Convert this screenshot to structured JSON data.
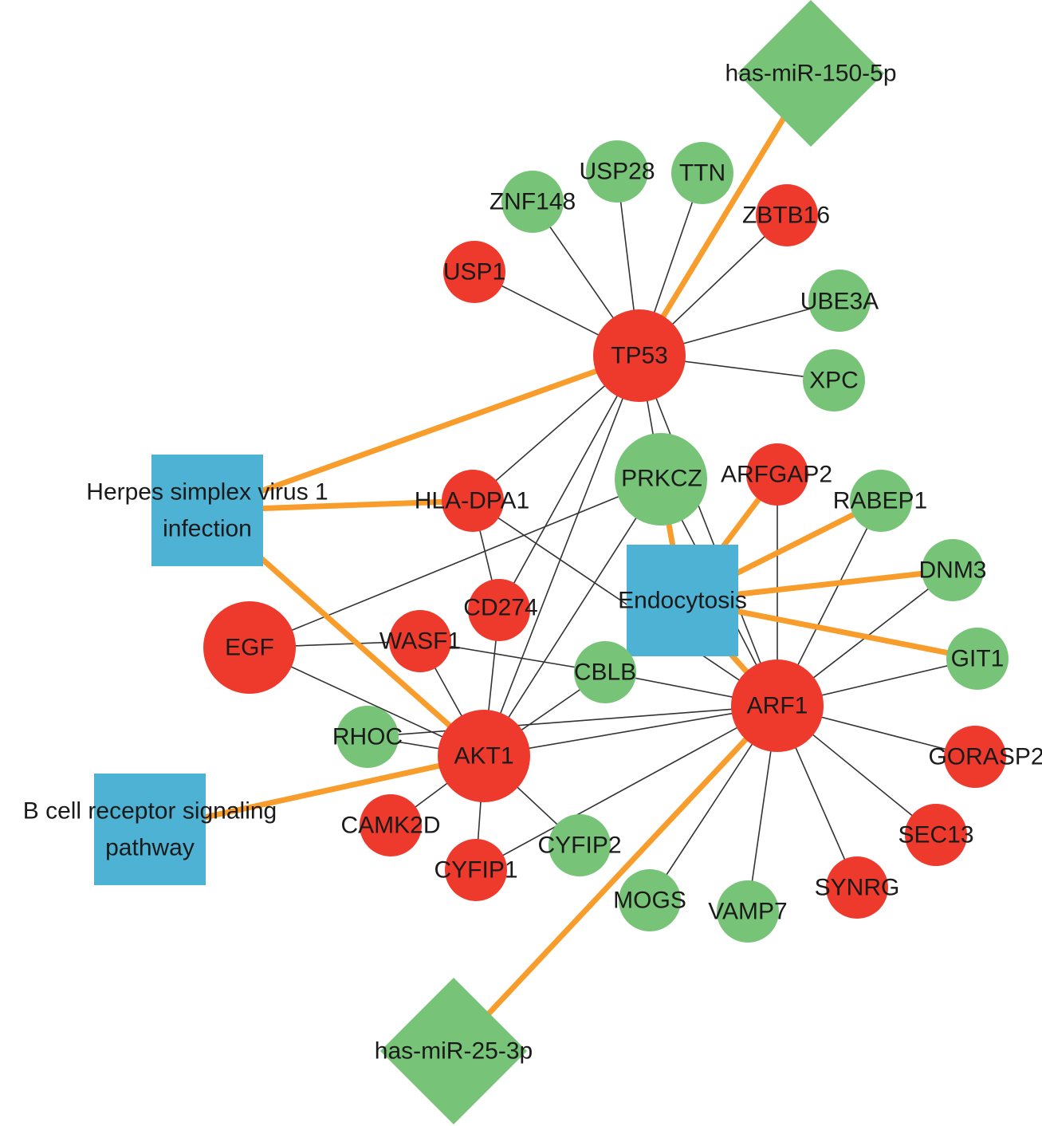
{
  "colors": {
    "up_gene": "#ee3a2c",
    "down_gene": "#77c479",
    "pathway": "#4db2d4",
    "mirna": "#77c479",
    "ppi_edge": "#333333",
    "regulatory_edge": "#f89c2b"
  },
  "nodes": [
    {
      "id": "mir150",
      "label": "has-miR-150-5p",
      "shape": "diamond",
      "kind": "mirna"
    },
    {
      "id": "mir25",
      "label": "has-miR-25-3p",
      "shape": "diamond",
      "kind": "mirna"
    },
    {
      "id": "hsv",
      "label": [
        "Herpes simplex virus 1",
        "infection"
      ],
      "shape": "square",
      "kind": "pathway"
    },
    {
      "id": "endo",
      "label": "Endocytosis",
      "shape": "square",
      "kind": "pathway"
    },
    {
      "id": "bcell",
      "label": [
        "B cell receptor signaling",
        "pathway"
      ],
      "shape": "square",
      "kind": "pathway"
    },
    {
      "id": "TP53",
      "label": "TP53",
      "shape": "circle",
      "kind": "up_gene"
    },
    {
      "id": "AKT1",
      "label": "AKT1",
      "shape": "circle",
      "kind": "up_gene"
    },
    {
      "id": "ARF1",
      "label": "ARF1",
      "shape": "circle",
      "kind": "up_gene"
    },
    {
      "id": "EGF",
      "label": "EGF",
      "shape": "circle",
      "kind": "up_gene"
    },
    {
      "id": "USP1",
      "label": "USP1",
      "shape": "circle",
      "kind": "up_gene"
    },
    {
      "id": "ZBTB16",
      "label": "ZBTB16",
      "shape": "circle",
      "kind": "up_gene"
    },
    {
      "id": "HLA-DPA1",
      "label": "HLA-DPA1",
      "shape": "circle",
      "kind": "up_gene"
    },
    {
      "id": "ARFGAP2",
      "label": "ARFGAP2",
      "shape": "circle",
      "kind": "up_gene"
    },
    {
      "id": "CD274",
      "label": "CD274",
      "shape": "circle",
      "kind": "up_gene"
    },
    {
      "id": "WASF1",
      "label": "WASF1",
      "shape": "circle",
      "kind": "up_gene"
    },
    {
      "id": "CAMK2D",
      "label": "CAMK2D",
      "shape": "circle",
      "kind": "up_gene"
    },
    {
      "id": "CYFIP1",
      "label": "CYFIP1",
      "shape": "circle",
      "kind": "up_gene"
    },
    {
      "id": "GORASP2",
      "label": "GORASP2",
      "shape": "circle",
      "kind": "up_gene"
    },
    {
      "id": "SEC13",
      "label": "SEC13",
      "shape": "circle",
      "kind": "up_gene"
    },
    {
      "id": "SYNRG",
      "label": "SYNRG",
      "shape": "circle",
      "kind": "up_gene"
    },
    {
      "id": "USP28",
      "label": "USP28",
      "shape": "circle",
      "kind": "down_gene"
    },
    {
      "id": "TTN",
      "label": "TTN",
      "shape": "circle",
      "kind": "down_gene"
    },
    {
      "id": "ZNF148",
      "label": "ZNF148",
      "shape": "circle",
      "kind": "down_gene"
    },
    {
      "id": "UBE3A",
      "label": "UBE3A",
      "shape": "circle",
      "kind": "down_gene"
    },
    {
      "id": "XPC",
      "label": "XPC",
      "shape": "circle",
      "kind": "down_gene"
    },
    {
      "id": "PRKCZ",
      "label": "PRKCZ",
      "shape": "circle",
      "kind": "down_gene"
    },
    {
      "id": "RABEP1",
      "label": "RABEP1",
      "shape": "circle",
      "kind": "down_gene"
    },
    {
      "id": "DNM3",
      "label": "DNM3",
      "shape": "circle",
      "kind": "down_gene"
    },
    {
      "id": "GIT1",
      "label": "GIT1",
      "shape": "circle",
      "kind": "down_gene"
    },
    {
      "id": "CBLB",
      "label": "CBLB",
      "shape": "circle",
      "kind": "down_gene"
    },
    {
      "id": "RHOC",
      "label": "RHOC",
      "shape": "circle",
      "kind": "down_gene"
    },
    {
      "id": "CYFIP2",
      "label": "CYFIP2",
      "shape": "circle",
      "kind": "down_gene"
    },
    {
      "id": "MOGS",
      "label": "MOGS",
      "shape": "circle",
      "kind": "down_gene"
    },
    {
      "id": "VAMP7",
      "label": "VAMP7",
      "shape": "circle",
      "kind": "down_gene"
    }
  ],
  "edges": [
    {
      "from": "mir150",
      "to": "TP53",
      "type": "regulatory"
    },
    {
      "from": "mir25",
      "to": "ARF1",
      "type": "regulatory"
    },
    {
      "from": "hsv",
      "to": "TP53",
      "type": "regulatory"
    },
    {
      "from": "hsv",
      "to": "HLA-DPA1",
      "type": "regulatory"
    },
    {
      "from": "hsv",
      "to": "AKT1",
      "type": "regulatory"
    },
    {
      "from": "bcell",
      "to": "AKT1",
      "type": "regulatory"
    },
    {
      "from": "endo",
      "to": "PRKCZ",
      "type": "regulatory"
    },
    {
      "from": "endo",
      "to": "ARFGAP2",
      "type": "regulatory"
    },
    {
      "from": "endo",
      "to": "RABEP1",
      "type": "regulatory"
    },
    {
      "from": "endo",
      "to": "DNM3",
      "type": "regulatory"
    },
    {
      "from": "endo",
      "to": "GIT1",
      "type": "regulatory"
    },
    {
      "from": "endo",
      "to": "ARF1",
      "type": "regulatory"
    },
    {
      "from": "TP53",
      "to": "USP1",
      "type": "ppi"
    },
    {
      "from": "TP53",
      "to": "ZNF148",
      "type": "ppi"
    },
    {
      "from": "TP53",
      "to": "USP28",
      "type": "ppi"
    },
    {
      "from": "TP53",
      "to": "TTN",
      "type": "ppi"
    },
    {
      "from": "TP53",
      "to": "ZBTB16",
      "type": "ppi"
    },
    {
      "from": "TP53",
      "to": "UBE3A",
      "type": "ppi"
    },
    {
      "from": "TP53",
      "to": "XPC",
      "type": "ppi"
    },
    {
      "from": "TP53",
      "to": "PRKCZ",
      "type": "ppi"
    },
    {
      "from": "TP53",
      "to": "HLA-DPA1",
      "type": "ppi"
    },
    {
      "from": "TP53",
      "to": "CD274",
      "type": "ppi"
    },
    {
      "from": "TP53",
      "to": "AKT1",
      "type": "ppi"
    },
    {
      "from": "TP53",
      "to": "ARF1",
      "type": "ppi"
    },
    {
      "from": "HLA-DPA1",
      "to": "CD274",
      "type": "ppi"
    },
    {
      "from": "HLA-DPA1",
      "to": "ARF1",
      "type": "ppi"
    },
    {
      "from": "PRKCZ",
      "to": "EGF",
      "type": "ppi"
    },
    {
      "from": "PRKCZ",
      "to": "AKT1",
      "type": "ppi"
    },
    {
      "from": "EGF",
      "to": "WASF1",
      "type": "ppi"
    },
    {
      "from": "EGF",
      "to": "AKT1",
      "type": "ppi"
    },
    {
      "from": "WASF1",
      "to": "CBLB",
      "type": "ppi"
    },
    {
      "from": "WASF1",
      "to": "AKT1",
      "type": "ppi"
    },
    {
      "from": "CD274",
      "to": "AKT1",
      "type": "ppi"
    },
    {
      "from": "CBLB",
      "to": "ARF1",
      "type": "ppi"
    },
    {
      "from": "CBLB",
      "to": "AKT1",
      "type": "ppi"
    },
    {
      "from": "RHOC",
      "to": "AKT1",
      "type": "ppi"
    },
    {
      "from": "RHOC",
      "to": "ARF1",
      "type": "ppi"
    },
    {
      "from": "AKT1",
      "to": "ARF1",
      "type": "ppi"
    },
    {
      "from": "AKT1",
      "to": "CAMK2D",
      "type": "ppi"
    },
    {
      "from": "AKT1",
      "to": "CYFIP1",
      "type": "ppi"
    },
    {
      "from": "AKT1",
      "to": "CYFIP2",
      "type": "ppi"
    },
    {
      "from": "CYFIP1",
      "to": "ARF1",
      "type": "ppi"
    },
    {
      "from": "ARF1",
      "to": "ARFGAP2",
      "type": "ppi"
    },
    {
      "from": "ARF1",
      "to": "RABEP1",
      "type": "ppi"
    },
    {
      "from": "ARF1",
      "to": "DNM3",
      "type": "ppi"
    },
    {
      "from": "ARF1",
      "to": "GIT1",
      "type": "ppi"
    },
    {
      "from": "ARF1",
      "to": "GORASP2",
      "type": "ppi"
    },
    {
      "from": "ARF1",
      "to": "SEC13",
      "type": "ppi"
    },
    {
      "from": "ARF1",
      "to": "SYNRG",
      "type": "ppi"
    },
    {
      "from": "ARF1",
      "to": "VAMP7",
      "type": "ppi"
    },
    {
      "from": "ARF1",
      "to": "MOGS",
      "type": "ppi"
    },
    {
      "from": "PRKCZ",
      "to": "ARF1",
      "type": "ppi"
    }
  ]
}
